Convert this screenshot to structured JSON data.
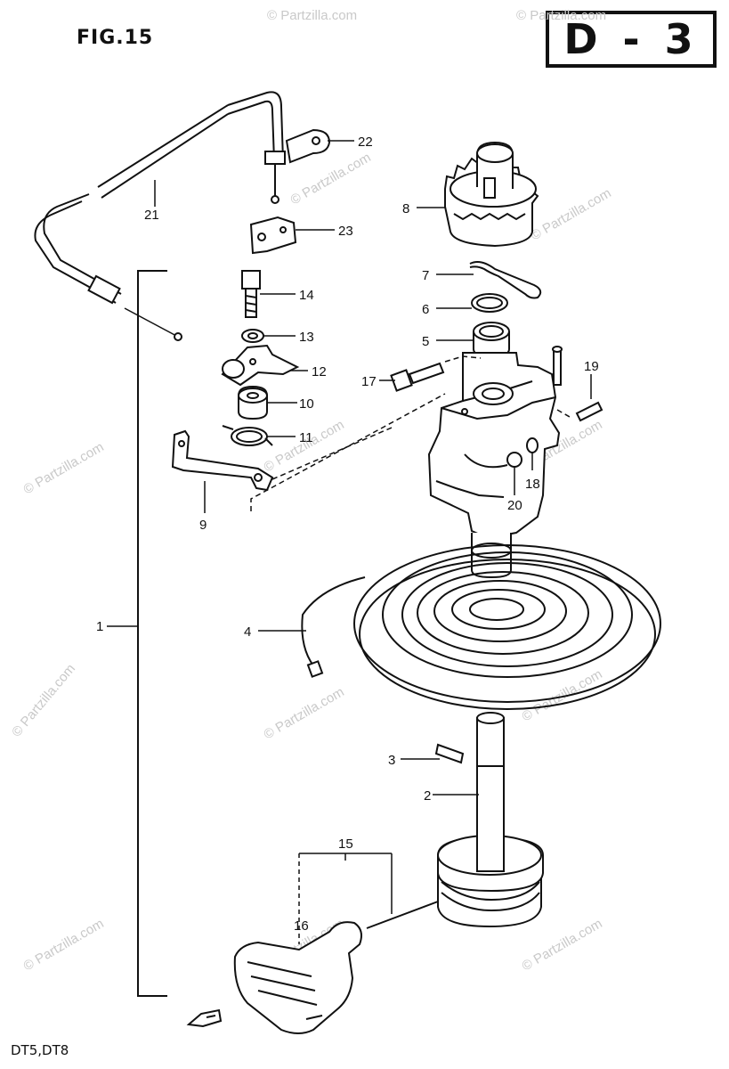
{
  "header": {
    "figure_label": "FIG.15",
    "section_code": "D - 3"
  },
  "footer": {
    "models": "DT5,DT8"
  },
  "watermark": "© Partzilla.com",
  "parts": [
    {
      "id": "1",
      "label": "1"
    },
    {
      "id": "2",
      "label": "2"
    },
    {
      "id": "3",
      "label": "3"
    },
    {
      "id": "4",
      "label": "4"
    },
    {
      "id": "5",
      "label": "5"
    },
    {
      "id": "6",
      "label": "6"
    },
    {
      "id": "7",
      "label": "7"
    },
    {
      "id": "8",
      "label": "8"
    },
    {
      "id": "9",
      "label": "9"
    },
    {
      "id": "10",
      "label": "10"
    },
    {
      "id": "11",
      "label": "11"
    },
    {
      "id": "12",
      "label": "12"
    },
    {
      "id": "13",
      "label": "13"
    },
    {
      "id": "14",
      "label": "14"
    },
    {
      "id": "15",
      "label": "15"
    },
    {
      "id": "16",
      "label": "16"
    },
    {
      "id": "17",
      "label": "17"
    },
    {
      "id": "18",
      "label": "18"
    },
    {
      "id": "19",
      "label": "19"
    },
    {
      "id": "20",
      "label": "20"
    },
    {
      "id": "21",
      "label": "21"
    },
    {
      "id": "22",
      "label": "22"
    },
    {
      "id": "23",
      "label": "23"
    }
  ]
}
